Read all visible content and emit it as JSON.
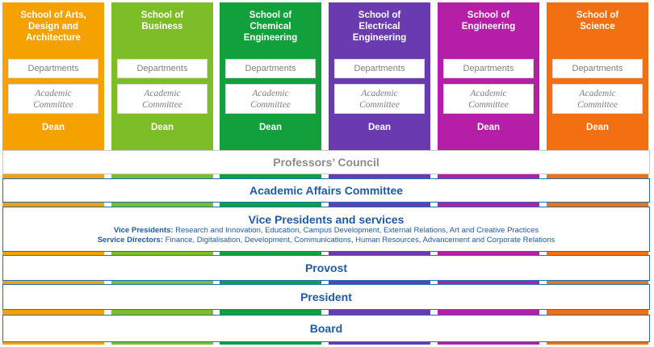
{
  "schools": [
    {
      "name": "School of Arts,\nDesign and\nArchitecture",
      "departments": "Departments",
      "committee": "Academic\nCommittee",
      "dean": "Dean",
      "color": "#f5a200"
    },
    {
      "name": "School of\nBusiness",
      "departments": "Departments",
      "committee": "Academic\nCommittee",
      "dean": "Dean",
      "color": "#7dbd28"
    },
    {
      "name": "School of\nChemical\nEngineering",
      "departments": "Departments",
      "committee": "Academic\nCommittee",
      "dean": "Dean",
      "color": "#12a03c"
    },
    {
      "name": "School of\nElectrical\nEngineering",
      "departments": "Departments",
      "committee": "Academic\nCommittee",
      "dean": "Dean",
      "color": "#6a3bb0"
    },
    {
      "name": "School of\nEngineering",
      "departments": "Departments",
      "committee": "Academic\nCommittee",
      "dean": "Dean",
      "color": "#b51fa8"
    },
    {
      "name": "School of\nScience",
      "departments": "Departments",
      "committee": "Academic\nCommittee",
      "dean": "Dean",
      "color": "#f26f12"
    }
  ],
  "bands": {
    "council": "Professors’ Council",
    "aac": "Academic Affairs Committee",
    "vp_title": "Vice Presidents and services",
    "vp_label": "Vice Presidents:",
    "vp_text": " Research and Innovation, Education, Campus Development, External Relations, Art and Creative Practices",
    "sd_label": "Service Directors:",
    "sd_text": " Finance, Digitalisation, Development, Communications, Human Resources, Advancement and Corporate Relations",
    "provost": "Provost",
    "president": "President",
    "board": "Board"
  },
  "colors": {
    "accent_blue": "#1f5aa6",
    "border_blue": "#1f6fb2",
    "council_grey": "#8c8c8c"
  }
}
